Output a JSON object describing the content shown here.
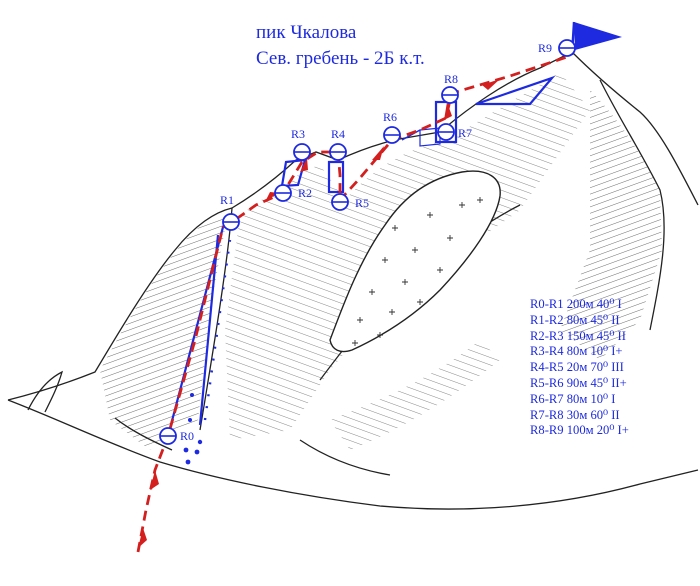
{
  "title": "пик Чкалова",
  "subtitle": "Сев. гребень - 2Б к.т.",
  "route_points": [
    "R0",
    "R1",
    "R2",
    "R3",
    "R4",
    "R5",
    "R6",
    "R7",
    "R8",
    "R9"
  ],
  "segments": [
    "R0-R1 200м 40⁰ I",
    "R1-R2 80м 45⁰ II",
    "R2-R3 150м 45⁰ II",
    "R3-R4 80м 10⁰ I+",
    "R4-R5 20м 70⁰ III",
    "R5-R6 90м 45⁰ II+",
    "R6-R7 80м 10⁰ I",
    "R7-R8 30м 60⁰ II",
    "R8-R9 100м 20⁰ I+"
  ],
  "colors": {
    "route": "#d41f1f",
    "belay": "#1d2ae0",
    "ink": "#222222"
  },
  "icons": [
    "summit-flag-icon",
    "belay-station-icon",
    "route-arrow-icon"
  ]
}
